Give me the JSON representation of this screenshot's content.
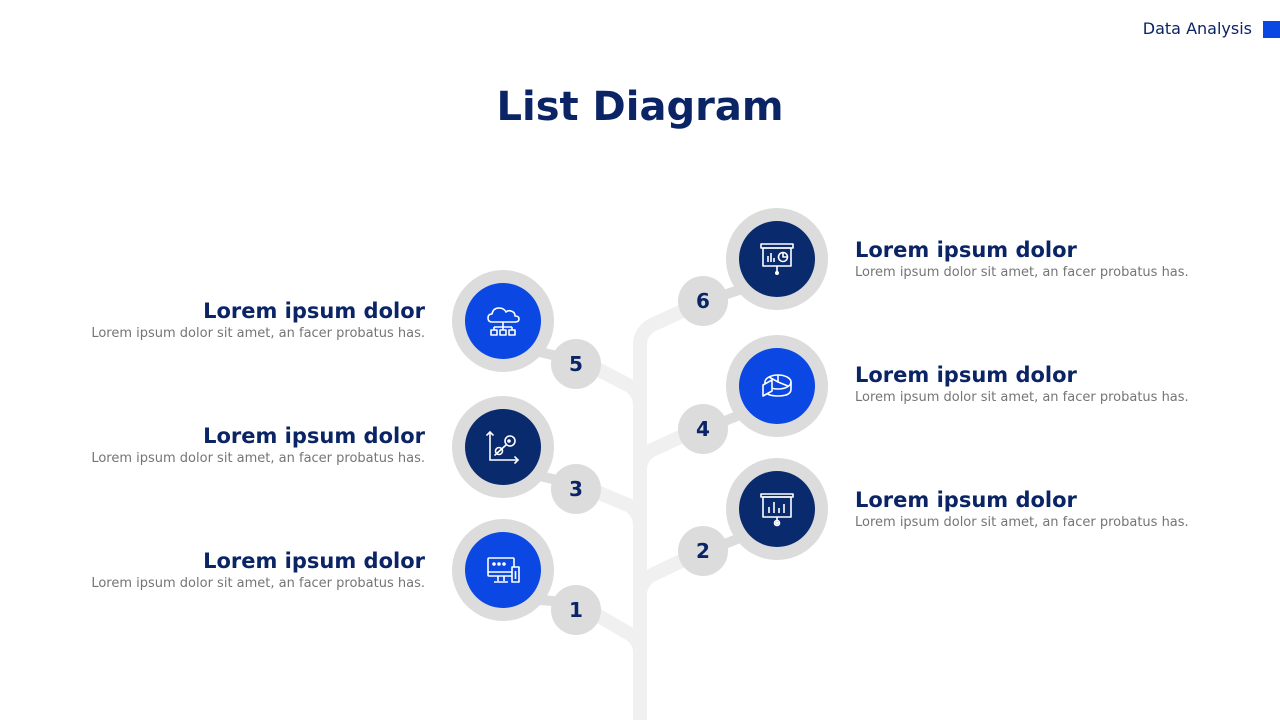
{
  "header": {
    "tag": "Data Analysis"
  },
  "title": "List Diagram",
  "colors": {
    "navy": "#0a2466",
    "blue": "#0a47e3",
    "ring": "#dcdcdc",
    "trunk": "#f0f0f0"
  },
  "items": [
    {
      "number": "1",
      "title": "Lorem ipsum dolor",
      "description": "Lorem ipsum dolor sit amet, an facer probatus has.",
      "icon": "monitor-dashboard-icon"
    },
    {
      "number": "2",
      "title": "Lorem ipsum dolor",
      "description": "Lorem ipsum dolor sit amet, an facer probatus has.",
      "icon": "presentation-bar-chart-icon"
    },
    {
      "number": "3",
      "title": "Lorem ipsum dolor",
      "description": "Lorem ipsum dolor sit amet, an facer probatus has.",
      "icon": "scatter-plot-icon"
    },
    {
      "number": "4",
      "title": "Lorem ipsum dolor",
      "description": "Lorem ipsum dolor sit amet, an facer probatus has.",
      "icon": "pie-chart-3d-icon"
    },
    {
      "number": "5",
      "title": "Lorem ipsum dolor",
      "description": "Lorem ipsum dolor sit amet, an facer probatus has.",
      "icon": "cloud-network-icon"
    },
    {
      "number": "6",
      "title": "Lorem ipsum dolor",
      "description": "Lorem ipsum dolor sit amet, an facer probatus has.",
      "icon": "presentation-board-icon"
    }
  ]
}
